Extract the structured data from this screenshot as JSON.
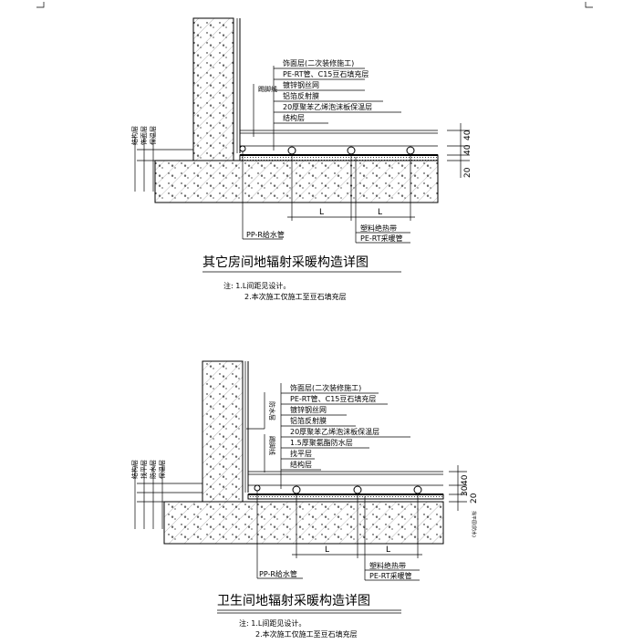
{
  "diagram1": {
    "title": "其它房间地辐射采暖构造详图",
    "layers": [
      "饰面层(二次装修施工)",
      "PE-RT管、C15豆石填充层",
      "镀锌钢丝网",
      "铝箔反射膜",
      "20厚聚苯乙烯泡沫板保温层",
      "结构层"
    ],
    "wall_layers": [
      "结构层",
      "饰面层",
      "保温层"
    ],
    "wall_label": "踢脚线",
    "dims": [
      "40",
      "40",
      "20"
    ],
    "spacing": [
      "L",
      "L"
    ],
    "bottom_left": "PP-R给水管",
    "bottom_right": [
      "塑料绝热带",
      "PE-RT采暖管"
    ],
    "notes": [
      "注: 1.L间距见设计。",
      "2.本次施工仅施工至豆石填充层"
    ]
  },
  "diagram2": {
    "title": "卫生间地辐射采暖构造详图",
    "layers": [
      "饰面层(二次装修施工)",
      "PE-RT管、C15豆石填充层",
      "镀锌钢丝网",
      "铝箔反射膜",
      "20厚聚苯乙烯泡沫板保温层",
      "1.5厚聚氨酯防水层",
      "找平层",
      "结构层"
    ],
    "wall_layers": [
      "结构层",
      "找平层",
      "防水层",
      "保温层"
    ],
    "wall_label_1": "防水层",
    "wall_label_2": "踢脚线",
    "dims": [
      "40",
      "30",
      "20"
    ],
    "right_vertical": "找平层(防水)",
    "spacing": [
      "L",
      "L"
    ],
    "bottom_left": "PP-R给水管",
    "bottom_right": [
      "塑料绝热带",
      "PE-RT采暖管"
    ],
    "notes": [
      "注: 1.L间距见设计。",
      "2.本次施工仅施工至豆石填充层"
    ]
  }
}
